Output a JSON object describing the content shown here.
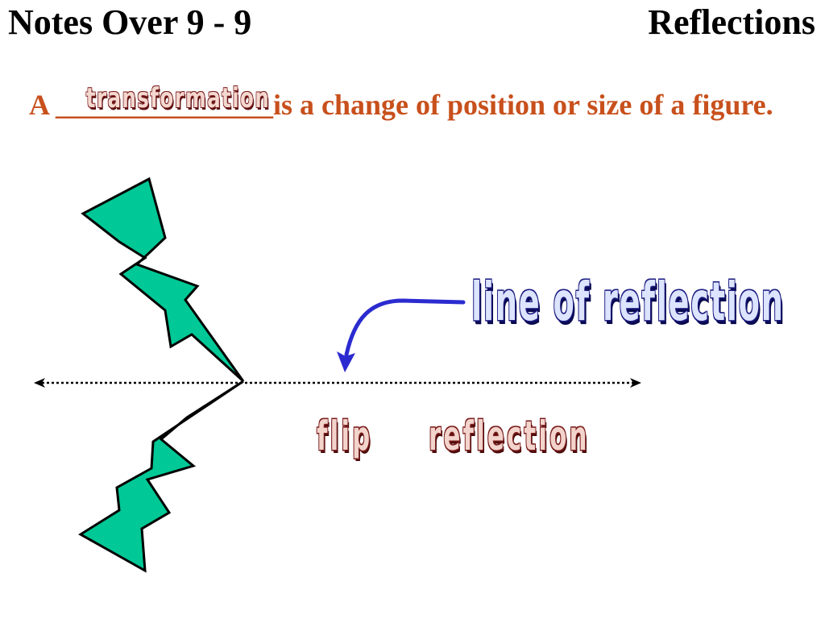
{
  "header": {
    "left_title": "Notes Over 9 - 9",
    "right_title": "Reflections"
  },
  "definition": {
    "prefix": "A ",
    "blank": "_______________",
    "filled_word": "transformation",
    "rest": "is a change of position or size of a figure."
  },
  "labels": {
    "line_of_reflection": "line of reflection",
    "flip": "flip",
    "reflection": "reflection"
  },
  "colors": {
    "definition_text": "#C8501C",
    "figure_fill": "#00C896",
    "arrow": "#2B2BD0",
    "wordart_blue_outline": "#1a1a80",
    "wordart_red_outline": "#7a1c1c"
  }
}
